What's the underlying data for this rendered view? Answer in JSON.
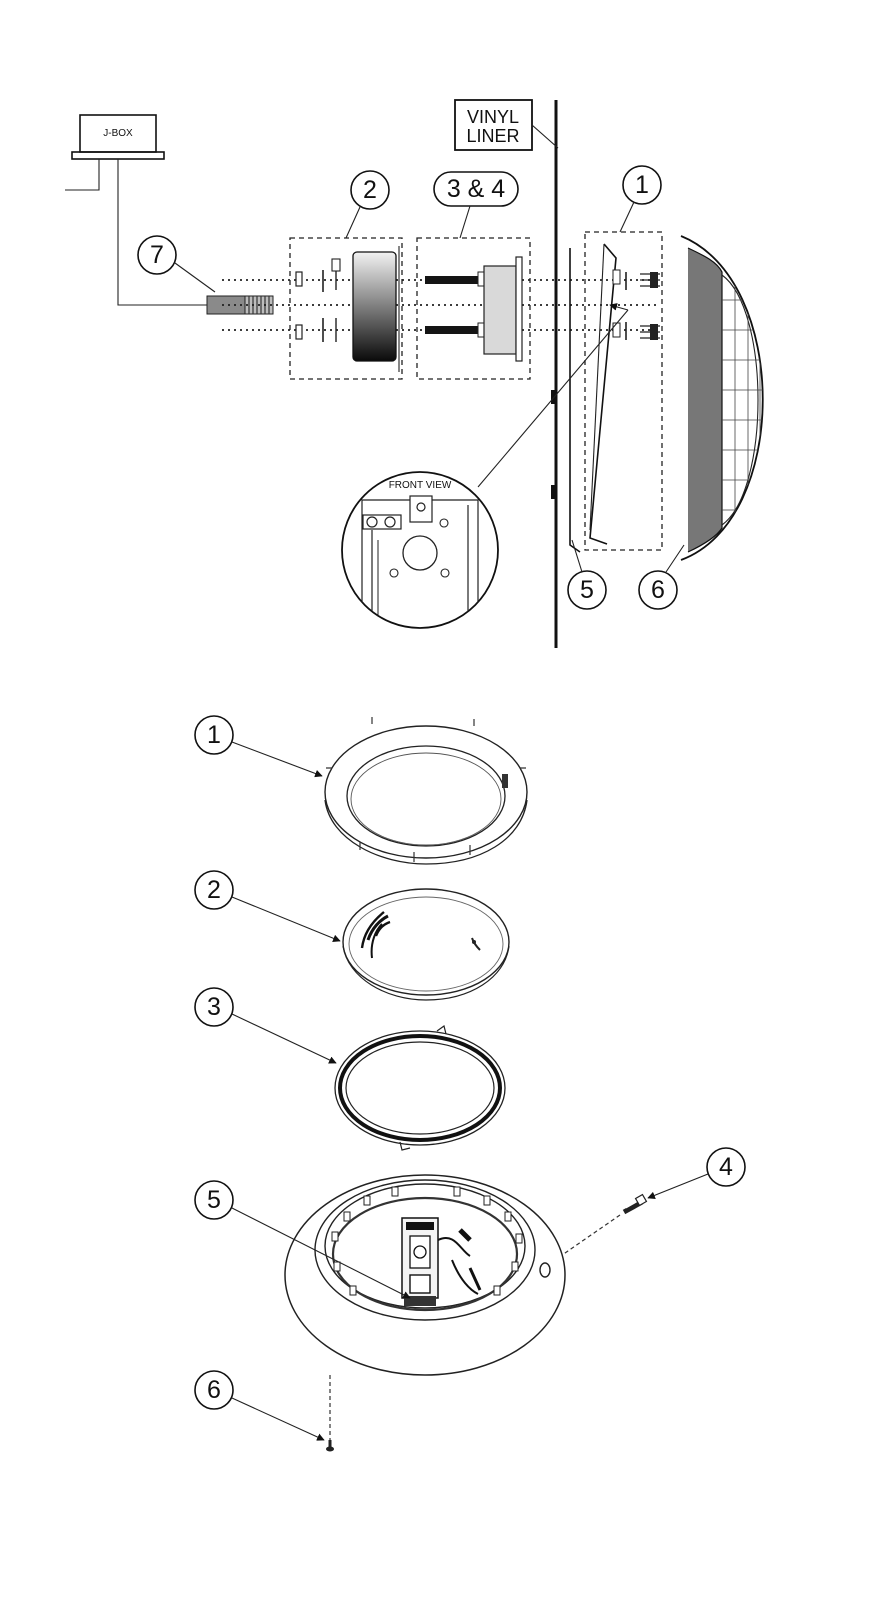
{
  "top_view": {
    "jbox_label": "J-BOX",
    "vinyl_liner_label_line1": "VINYL",
    "vinyl_liner_label_line2": "LINER",
    "front_view_label": "FRONT VIEW",
    "callouts": {
      "c1": "1",
      "c2": "2",
      "c34": "3 & 4",
      "c5": "5",
      "c6": "6",
      "c7": "7"
    }
  },
  "bottom_view": {
    "callouts": {
      "c1": "1",
      "c2": "2",
      "c3": "3",
      "c4": "4",
      "c5": "5",
      "c6": "6"
    }
  }
}
